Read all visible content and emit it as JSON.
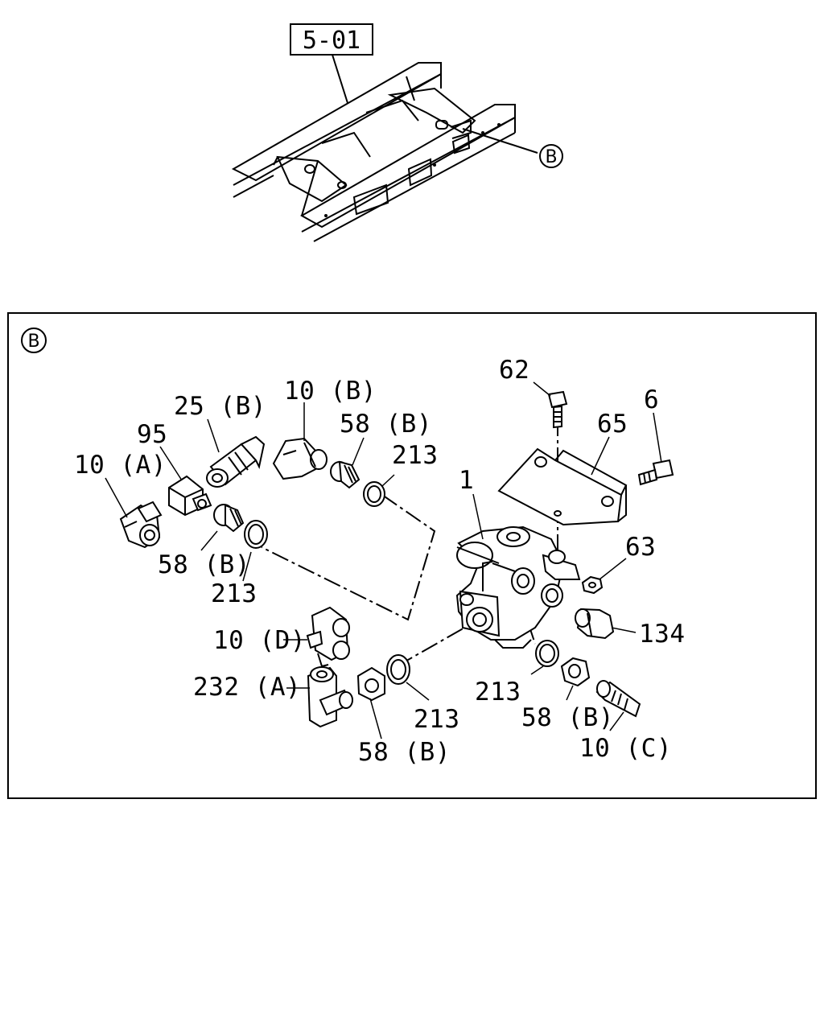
{
  "reference": {
    "box_label": "5-01",
    "callout": "B"
  },
  "detail": {
    "callout": "B"
  },
  "parts": [
    {
      "id": "p1",
      "label": "1"
    },
    {
      "id": "p6",
      "label": "6"
    },
    {
      "id": "p10a",
      "label": "10 (A)"
    },
    {
      "id": "p10b",
      "label": "10 (B)"
    },
    {
      "id": "p10c",
      "label": "10 (C)"
    },
    {
      "id": "p10d",
      "label": "10 (D)"
    },
    {
      "id": "p25b",
      "label": "25 (B)"
    },
    {
      "id": "p58b_1",
      "label": "58 (B)"
    },
    {
      "id": "p58b_2",
      "label": "58 (B)"
    },
    {
      "id": "p58b_3",
      "label": "58 (B)"
    },
    {
      "id": "p58b_4",
      "label": "58 (B)"
    },
    {
      "id": "p62",
      "label": "62"
    },
    {
      "id": "p63",
      "label": "63"
    },
    {
      "id": "p65",
      "label": "65"
    },
    {
      "id": "p95",
      "label": "95"
    },
    {
      "id": "p134",
      "label": "134"
    },
    {
      "id": "p213_1",
      "label": "213"
    },
    {
      "id": "p213_2",
      "label": "213"
    },
    {
      "id": "p213_3",
      "label": "213"
    },
    {
      "id": "p213_4",
      "label": "213"
    },
    {
      "id": "p232a",
      "label": "232 (A)"
    }
  ]
}
